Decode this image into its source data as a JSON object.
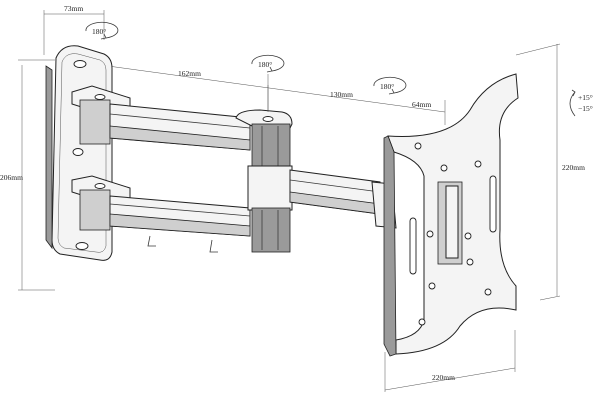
{
  "dimensions": {
    "wall_plate_width": "73mm",
    "wall_plate_height": "206mm",
    "arm_length_1": "162mm",
    "arm_length_2": "130mm",
    "arm_length_3": "64mm",
    "vesa_height": "220mm",
    "vesa_width": "220mm"
  },
  "rotations": {
    "wall_pivot": "180°",
    "middle_pivot": "180°",
    "head_pivot": "180°"
  },
  "tilt": {
    "up": "+15°",
    "down": "−15°"
  }
}
